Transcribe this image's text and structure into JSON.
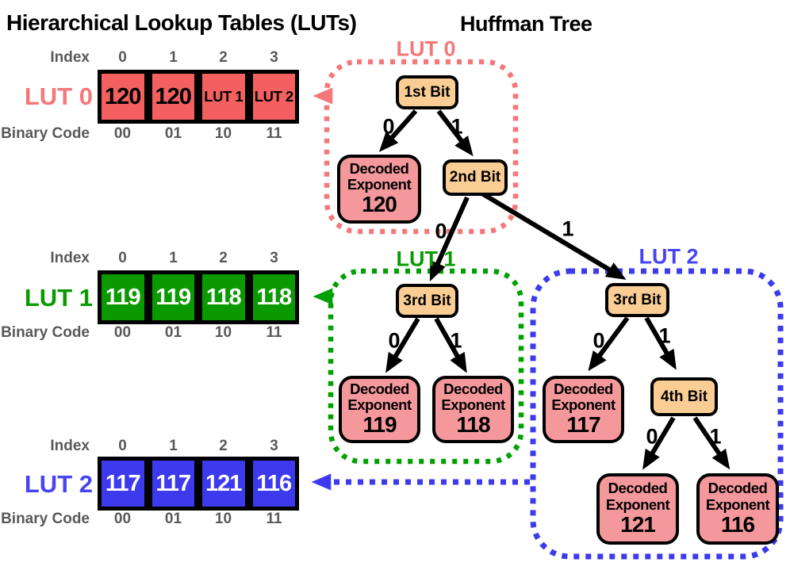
{
  "colors": {
    "red-fill": "#f4605f",
    "red-accent": "#f57779",
    "green-fill": "#0a9a00",
    "green-accent": "#00a000",
    "blue-fill": "#3d3aee",
    "blue-accent": "#4745f2",
    "tan-fill": "#f9cd94",
    "pink-fill": "#f5989c",
    "gray-text": "#595959",
    "line-black": "#000000"
  },
  "titles": {
    "left": "Hierarchical Lookup Tables (LUTs)",
    "right": "Huffman Tree"
  },
  "lut_tables": [
    {
      "name": "LUT 0",
      "index_label": "Index",
      "binary_label": "Binary Code",
      "indices": [
        "0",
        "1",
        "2",
        "3"
      ],
      "cells": [
        "120",
        "120",
        "LUT 1",
        "LUT 2"
      ],
      "binary_codes": [
        "00",
        "01",
        "10",
        "11"
      ]
    },
    {
      "name": "LUT 1",
      "index_label": "Index",
      "binary_label": "Binary Code",
      "indices": [
        "0",
        "1",
        "2",
        "3"
      ],
      "cells": [
        "119",
        "119",
        "118",
        "118"
      ],
      "binary_codes": [
        "00",
        "01",
        "10",
        "11"
      ]
    },
    {
      "name": "LUT 2",
      "index_label": "Index",
      "binary_label": "Binary Code",
      "indices": [
        "0",
        "1",
        "2",
        "3"
      ],
      "cells": [
        "117",
        "117",
        "121",
        "116"
      ],
      "binary_codes": [
        "00",
        "01",
        "10",
        "11"
      ]
    }
  ],
  "tree": {
    "group_labels": [
      "LUT 0",
      "LUT 1",
      "LUT 2"
    ],
    "bit_nodes": [
      "1st Bit",
      "2nd Bit",
      "3rd Bit",
      "3rd Bit",
      "4th Bit"
    ],
    "leaf_nodes": [
      {
        "line1": "Decoded",
        "line2": "Exponent",
        "value": "120"
      },
      {
        "line1": "Decoded",
        "line2": "Exponent",
        "value": "119"
      },
      {
        "line1": "Decoded",
        "line2": "Exponent",
        "value": "118"
      },
      {
        "line1": "Decoded",
        "line2": "Exponent",
        "value": "117"
      },
      {
        "line1": "Decoded",
        "line2": "Exponent",
        "value": "121"
      },
      {
        "line1": "Decoded",
        "line2": "Exponent",
        "value": "116"
      }
    ],
    "edge_labels": [
      "0",
      "1",
      "0",
      "1",
      "0",
      "1",
      "0",
      "1",
      "0",
      "1"
    ]
  }
}
